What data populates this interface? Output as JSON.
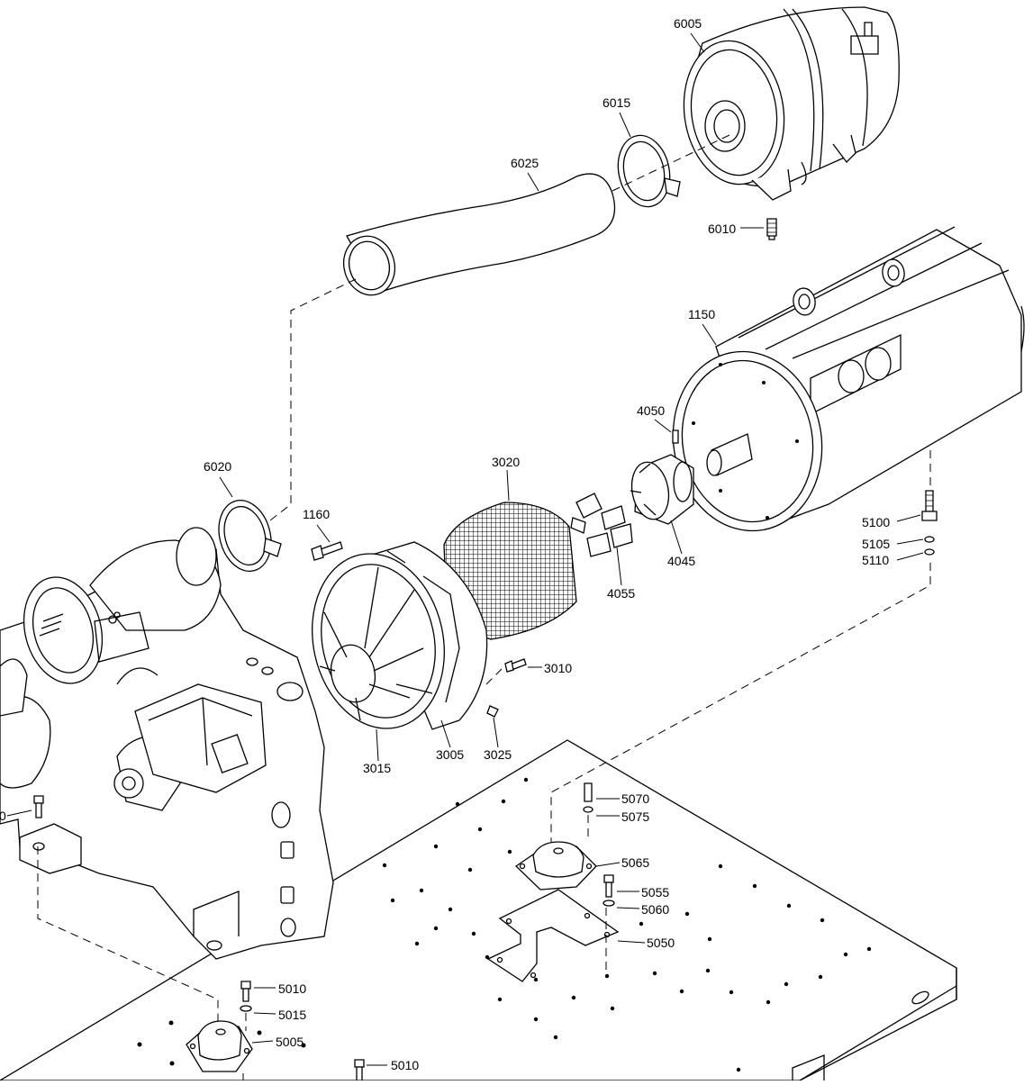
{
  "diagram": {
    "callouts": {
      "c6005": "6005",
      "c6015": "6015",
      "c6025": "6025",
      "c6010": "6010",
      "c1150": "1150",
      "c4050": "4050",
      "c3020": "3020",
      "c6020": "6020",
      "c1160": "1160",
      "c5100": "5100",
      "c5105": "5105",
      "c5110": "5110",
      "c4045": "4045",
      "c4055": "4055",
      "c3010": "3010",
      "c3015": "3015",
      "c3005": "3005",
      "c3025": "3025",
      "c5070": "5070",
      "c5075": "5075",
      "c5065": "5065",
      "c5055": "5055",
      "c5060": "5060",
      "c5050": "5050",
      "c5010a": "5010",
      "c5015": "5015",
      "c5005": "5005",
      "c5010b": "5010",
      "c0": "0"
    }
  }
}
